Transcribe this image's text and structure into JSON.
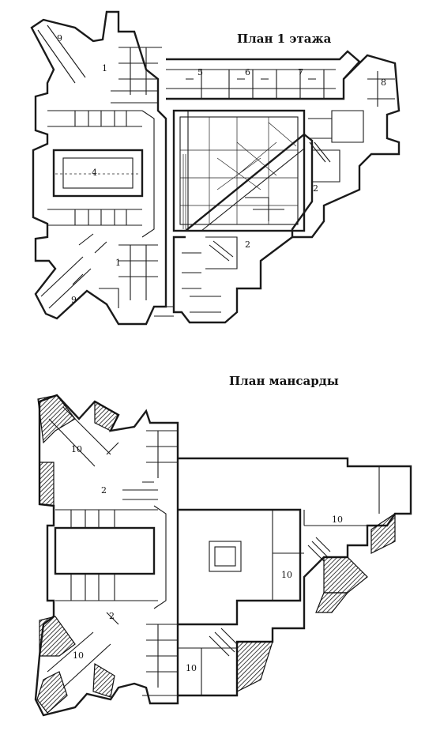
{
  "titles": {
    "floor1": "План 1 этажа",
    "attic": "План мансарды"
  },
  "floor1_rooms": [
    "9",
    "1",
    "5",
    "6",
    "7",
    "8",
    "4",
    "2",
    "1",
    "2",
    "9"
  ],
  "attic_rooms": [
    "10",
    "2",
    "10",
    "10",
    "2",
    "10",
    "10"
  ]
}
